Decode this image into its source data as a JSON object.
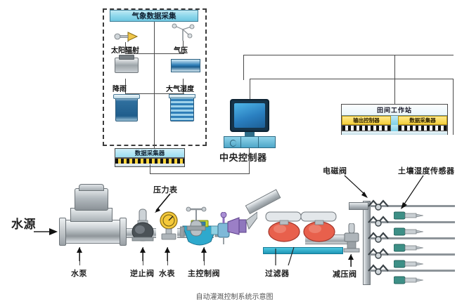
{
  "diagram": {
    "caption": "自动灌溉控制系统示意图",
    "weather_panel": {
      "title": "气象数据采集",
      "sensors": [
        {
          "name": "太阳辐射",
          "icon": "solar-radiation-icon"
        },
        {
          "name": "气压",
          "icon": "barometer-icon"
        },
        {
          "name": "降雨",
          "icon": "rain-gauge-icon"
        },
        {
          "name": "大气湿度",
          "icon": "humidity-sensor-icon"
        }
      ],
      "logger_label": "数据采集器"
    },
    "central_controller": {
      "label": "中央控制器",
      "icon": "desktop-monitor-icon"
    },
    "field_workstation": {
      "title": "田间工作站",
      "modules": [
        "输出控制器",
        "数据采集器"
      ]
    },
    "pipeline": {
      "source_label": "水源",
      "components": [
        {
          "label": "水泵",
          "icon": "water-pump-icon"
        },
        {
          "label": "逆止阀",
          "icon": "check-valve-icon"
        },
        {
          "label": "水表",
          "icon": "water-meter-icon"
        },
        {
          "label": "主控制阀",
          "icon": "main-control-valve-icon"
        },
        {
          "label": "过滤器",
          "icon": "filter-icon"
        },
        {
          "label": "减压阀",
          "icon": "pressure-reducing-valve-icon"
        }
      ],
      "pressure_gauge_label": "压力表"
    },
    "manifold": {
      "solenoid_label": "电磁阀",
      "sensor_label": "土壤湿度传感器",
      "branch_count": 5
    },
    "colors": {
      "header_blue": "#8fd8ec",
      "yellow_module": "#f5cf3c",
      "pipe_grey": "#c3c9cd",
      "accent_cyan": "#2bb6d6",
      "filter_red": "#e8604c",
      "line_dark": "#4a4a4a"
    }
  }
}
